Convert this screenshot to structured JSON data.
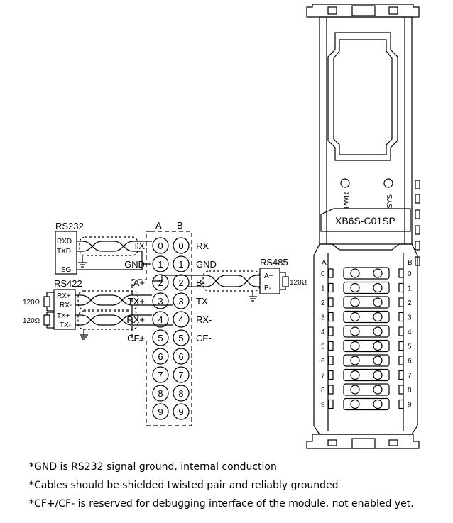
{
  "wiring": {
    "rs232_title": "RS232",
    "rs232_pins": [
      "RXD",
      "TXD",
      "SG"
    ],
    "rs422_title": "RS422",
    "rs422_pins": [
      "RX+",
      "RX-",
      "TX+",
      "TX-"
    ],
    "rs485_title": "RS485",
    "rs485_pins": [
      "A+",
      "B-"
    ],
    "resistor_label": "120Ω",
    "column_a": "A",
    "column_b": "B",
    "pin_numbers": [
      "0",
      "1",
      "2",
      "3",
      "4",
      "5",
      "6",
      "7",
      "8",
      "9"
    ],
    "left_signals": [
      "TX",
      "GND",
      "A+",
      "TX+",
      "RX+",
      "CF+"
    ],
    "right_signals": [
      "RX",
      "GND",
      "B-",
      "TX-",
      "RX-",
      "CF-"
    ]
  },
  "module": {
    "model": "XB6S-C01SP",
    "led_pwr": "PWR",
    "led_sys": "SYS",
    "column_a": "A",
    "column_b": "B",
    "pin_numbers": [
      "0",
      "1",
      "2",
      "3",
      "4",
      "5",
      "6",
      "7",
      "8",
      "9"
    ]
  },
  "notes": [
    "*GND is RS232 signal ground, internal conduction",
    "*Cables should be shielded twisted pair and reliably grounded",
    "*CF+/CF- is reserved for debugging interface of the module, not enabled yet."
  ]
}
